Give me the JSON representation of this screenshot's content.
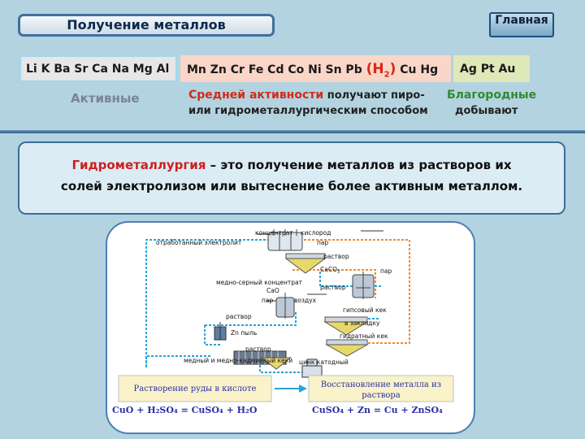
{
  "header": {
    "title": "Получение металлов",
    "home_label": "Главная"
  },
  "series_row": {
    "active_metals": "Li K Ba Sr Ca Na Mg Al",
    "medium_metals_prefix": "Mn Zn Cr Fe Cd Co Ni Sn Pb",
    "hydrogen_symbol": "H",
    "hydrogen_subscript": "2",
    "medium_metals_suffix": "Cu Hg",
    "noble_metals": "Ag Pt Au"
  },
  "labels": {
    "active": "Активные",
    "medium_term": "Средней активности",
    "medium_rest_1": "получают пиро-",
    "medium_rest_2": "или гидрометаллургическим способом",
    "noble_term": "Благородные",
    "noble_rest": "добывают"
  },
  "definition": {
    "term": "Гидрометаллургия",
    "rest_1": "– это получение металлов из растворов их",
    "rest_2": "солей электролизом  или вытеснение более активным металлом."
  },
  "scheme": {
    "labels": {
      "concentrate": "концентрат",
      "oxygen": "кислород",
      "spent_electrolyte": "отработанный электролит",
      "steam_1": "пар",
      "solution_1": "раствор",
      "caco3": "CaCO",
      "caco3_sub": "3",
      "steam_2": "пар",
      "copper_sulfur_concentrate": "медно-серный концентрат",
      "cao": "CaO",
      "solution_2": "раствор",
      "steam_3": "пар",
      "air": "воздух",
      "gypsum_cake": "гипсовый кек",
      "to_backfill": "в закладку",
      "hydrate_cake": "гидратный кек",
      "solution_3": "раствор",
      "zinc_dust": "Zn пыль",
      "solution_4": "раствор",
      "copper_cakes": "медный и медно-кадмиевый кеки",
      "cathode_zinc": "цинк катодный"
    },
    "step_dissolution": "Растворение руды в кислоте",
    "step_reduction_1": "Восстановление металла из",
    "step_reduction_2": "раствора",
    "equation_1": "CuO + H₂SO₄ = CuSO₄ + H₂O",
    "equation_2": "CuSO₄ + Zn = Cu + ZnSO₄"
  },
  "colors": {
    "background": "#b3d3e0",
    "accent_red": "#cc1f1f",
    "noble_green": "#2f8a2d",
    "active_grey": "#7b8199",
    "flow_orange": "#f08a33",
    "flow_blue": "#2aa3d8",
    "equation_blue": "#2a2fa8"
  }
}
